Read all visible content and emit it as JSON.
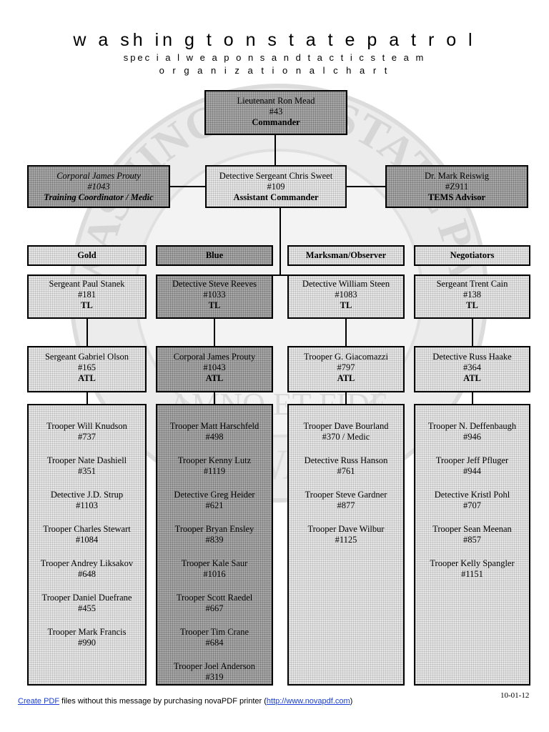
{
  "header": {
    "title": "w a sh in g t o n s t a t e p a t r o l",
    "subtitle": "spec i a l w e a p o n s a n d t a c t i c s t e a m",
    "subtitle2": "o r g a n i z a t i o n a l c h a r t"
  },
  "commander": {
    "name": "Lieutenant Ron Mead",
    "badge": "#43",
    "role": "Commander"
  },
  "left_box": {
    "name": "Corporal James Prouty",
    "badge": "#1043",
    "role": "Training Coordinator / Medic"
  },
  "assistant": {
    "name": "Detective Sergeant Chris Sweet",
    "badge": "#109",
    "role": "Assistant Commander"
  },
  "right_box": {
    "name": "Dr. Mark Reiswig",
    "badge": "#Z911",
    "role": "TEMS Advisor"
  },
  "teams": [
    {
      "label": "Gold",
      "tl": {
        "name": "Sergeant Paul Stanek",
        "badge": "#181",
        "role": "TL"
      },
      "atl": {
        "name": "Sergeant Gabriel Olson",
        "badge": "#165",
        "role": "ATL"
      },
      "members": [
        {
          "name": "Trooper Will Knudson",
          "badge": "#737"
        },
        {
          "name": "Trooper Nate Dashiell",
          "badge": "#351"
        },
        {
          "name": "Detective J.D. Strup",
          "badge": "#1103"
        },
        {
          "name": "Trooper Charles Stewart",
          "badge": "#1084"
        },
        {
          "name": "Trooper Andrey Liksakov",
          "badge": "#648"
        },
        {
          "name": "Trooper Daniel Duefrane",
          "badge": "#455"
        },
        {
          "name": "Trooper Mark Francis",
          "badge": "#990"
        }
      ]
    },
    {
      "label": "Blue",
      "tl": {
        "name": "Detective Steve Reeves",
        "badge": "#1033",
        "role": "TL"
      },
      "atl": {
        "name": "Corporal James Prouty",
        "badge": "#1043",
        "role": "ATL"
      },
      "members": [
        {
          "name": "Trooper Matt Harschfeld",
          "badge": "#498"
        },
        {
          "name": "Trooper Kenny Lutz",
          "badge": "#1119"
        },
        {
          "name": "Detective Greg Heider",
          "badge": "#621"
        },
        {
          "name": "Trooper Bryan Ensley",
          "badge": "#839"
        },
        {
          "name": "Trooper Kale Saur",
          "badge": "#1016"
        },
        {
          "name": "Trooper Scott Raedel",
          "badge": "#667"
        },
        {
          "name": "Trooper Tim Crane",
          "badge": "#684"
        },
        {
          "name": "Trooper Joel Anderson",
          "badge": "#319"
        }
      ]
    },
    {
      "label": "Marksman/Observer",
      "tl": {
        "name": "Detective William Steen",
        "badge": "#1083",
        "role": "TL"
      },
      "atl": {
        "name": "Trooper G. Giacomazzi",
        "badge": "#797",
        "role": "ATL"
      },
      "members": [
        {
          "name": "Trooper Dave Bourland",
          "badge": "#370 / Medic"
        },
        {
          "name": "Detective Russ Hanson",
          "badge": "#761"
        },
        {
          "name": "Trooper Steve Gardner",
          "badge": "#877"
        },
        {
          "name": "Trooper Dave Wilbur",
          "badge": "#1125"
        }
      ]
    },
    {
      "label": "Negotiators",
      "tl": {
        "name": "Sergeant Trent Cain",
        "badge": "#138",
        "role": "TL"
      },
      "atl": {
        "name": "Detective Russ Haake",
        "badge": "#364",
        "role": "ATL"
      },
      "members": [
        {
          "name": "Trooper N. Deffenbaugh",
          "badge": "#946"
        },
        {
          "name": "Trooper Jeff Pfluger",
          "badge": "#944"
        },
        {
          "name": "Detective Kristl Pohl",
          "badge": "#707"
        },
        {
          "name": "Trooper Sean Meenan",
          "badge": "#857"
        },
        {
          "name": "Trooper Kelly Spangler",
          "badge": "#1151"
        }
      ]
    }
  ],
  "date": "10-01-12",
  "footer": {
    "link1": "Create PDF",
    "text1": " files without this message by purchasing novaPDF printer (",
    "link2": "http://www.novapdf.com",
    "text2": ")"
  },
  "seal": {
    "ring_top": "WASHINGTON STATE PATROL",
    "motto": "AMNO ET FIDE",
    "bottom": "SWAT"
  }
}
